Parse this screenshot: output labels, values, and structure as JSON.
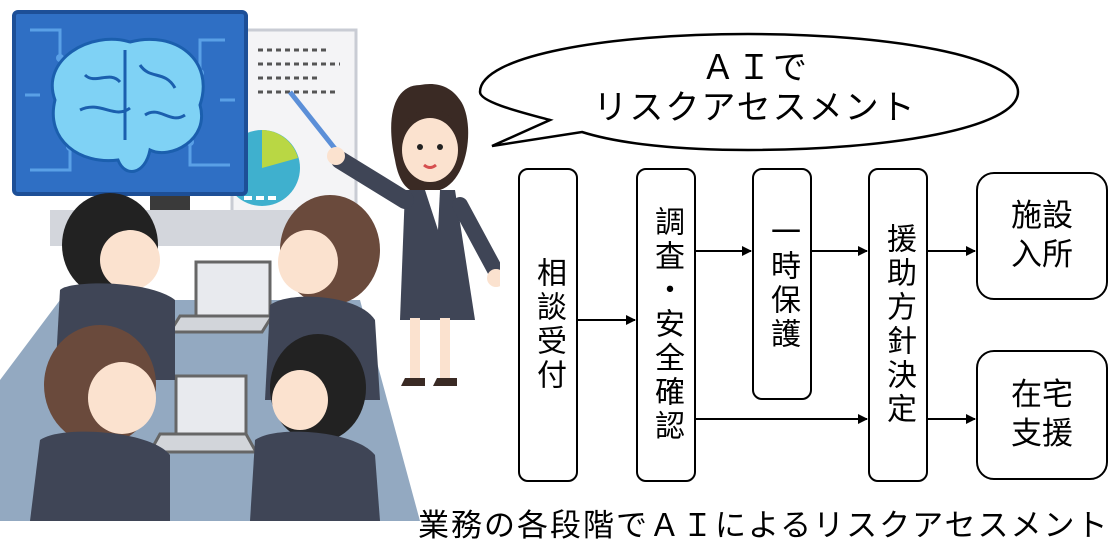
{
  "bubble": {
    "line1": "ＡＩで",
    "line2": "リスクアセスメント"
  },
  "flow": {
    "intake": "相談受付",
    "investigation": "調査・安全確認",
    "temporary_protection": "一時保護",
    "policy_decision": "援助方針決定",
    "outcome_facility": [
      "施設",
      "入所"
    ],
    "outcome_home": [
      "在宅",
      "支援"
    ]
  },
  "caption": "業務の各段階でＡＩによるリスクアセスメントを",
  "colors": {
    "screen_blue": "#2f6fc4",
    "brain_blue": "#7fd2f5",
    "suit": "#3f4556"
  }
}
